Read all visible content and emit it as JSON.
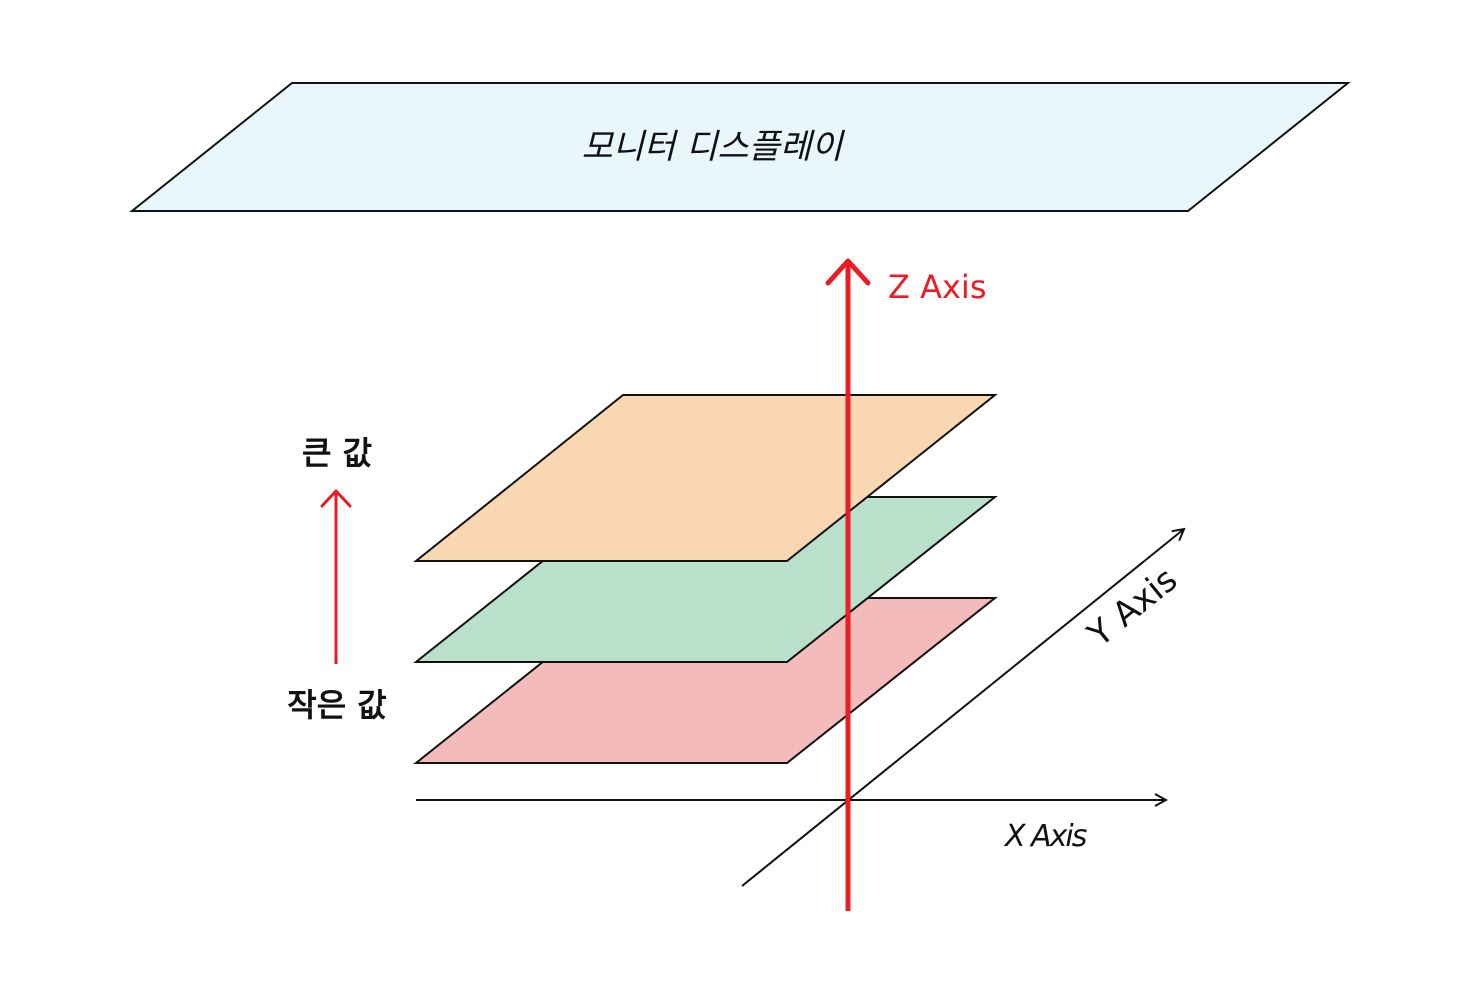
{
  "display_label": "모니터 디스플레이",
  "axes": {
    "x_label": "X Axis",
    "y_label": "Y Axis",
    "z_label": "Z Axis"
  },
  "value_indicator": {
    "top_label": "큰 값",
    "bottom_label": "작은 값"
  },
  "layers": [
    {
      "name": "top-layer",
      "color": "#f8d7b2"
    },
    {
      "name": "middle-layer",
      "color": "#b8e0cb"
    },
    {
      "name": "bottom-layer",
      "color": "#f4bbbb"
    }
  ],
  "colors": {
    "display_fill": "#e9f6fb",
    "z_axis": "#ec1c24",
    "outline": "#111111"
  }
}
